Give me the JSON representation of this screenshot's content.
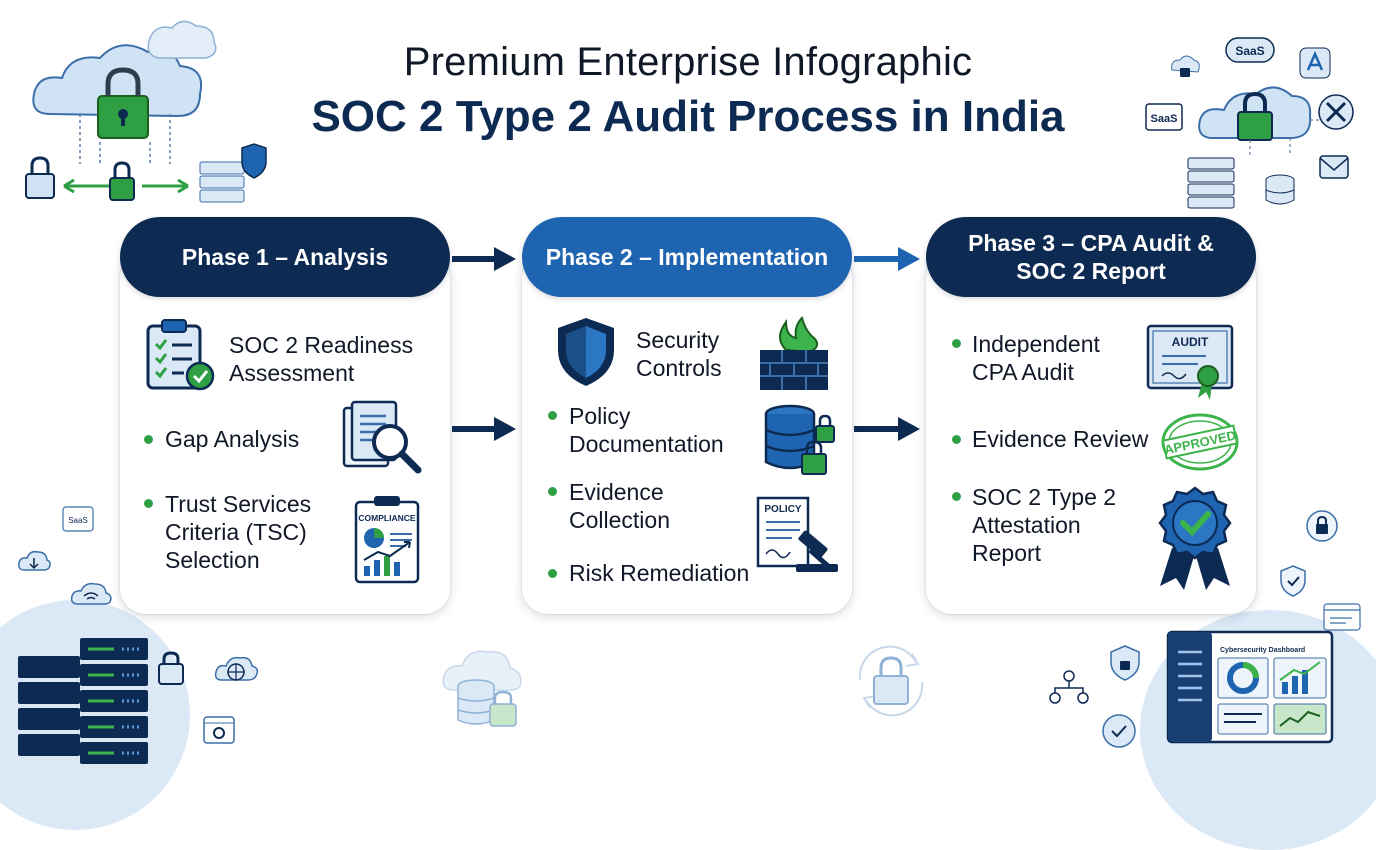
{
  "title": {
    "line1": "Premium Enterprise Infographic",
    "line2": "SOC 2 Type 2 Audit Process in India"
  },
  "phases": [
    {
      "header": "Phase 1 – Analysis",
      "items": [
        {
          "text": "SOC 2 Readiness Assessment",
          "icon": "checklist-clipboard-icon",
          "bulleted": false
        },
        {
          "text": "Gap Analysis",
          "icon": "document-magnifier-icon",
          "bulleted": true
        },
        {
          "text": "Trust Services Criteria (TSC) Selection",
          "icon": "compliance-report-icon",
          "bulleted": true
        }
      ]
    },
    {
      "header": "Phase 2 – Implementation",
      "items": [
        {
          "text": "Security Controls",
          "icon": "shield-icon",
          "bulleted": false
        },
        {
          "text": "Policy Documentation",
          "icon": "database-lock-icon",
          "bulleted": true
        },
        {
          "text": "Evidence Collection",
          "icon": "policy-gavel-icon",
          "bulleted": true
        },
        {
          "text": "Risk Remediation",
          "icon": "",
          "bulleted": true
        }
      ]
    },
    {
      "header": "Phase 3 – CPA Audit & SOC 2 Report",
      "items": [
        {
          "text": "Independent CPA Audit",
          "icon": "audit-certificate-icon",
          "bulleted": true
        },
        {
          "text": "Evidence Review",
          "icon": "approved-stamp-icon",
          "bulleted": true
        },
        {
          "text": "SOC 2 Type 2 Attestation Report",
          "icon": "award-ribbon-icon",
          "bulleted": true
        }
      ]
    }
  ],
  "icon_labels": {
    "compliance": "COMPLIANCE",
    "policy": "POLICY",
    "audit": "AUDIT",
    "approved": "APPROVED",
    "saas": "SaaS",
    "dashboard_title": "Cybersecurity Dashboard"
  },
  "colors": {
    "navy": "#0d2a52",
    "blue": "#1f64b0",
    "green": "#2ea043",
    "light_blue": "#dbe9f7"
  }
}
